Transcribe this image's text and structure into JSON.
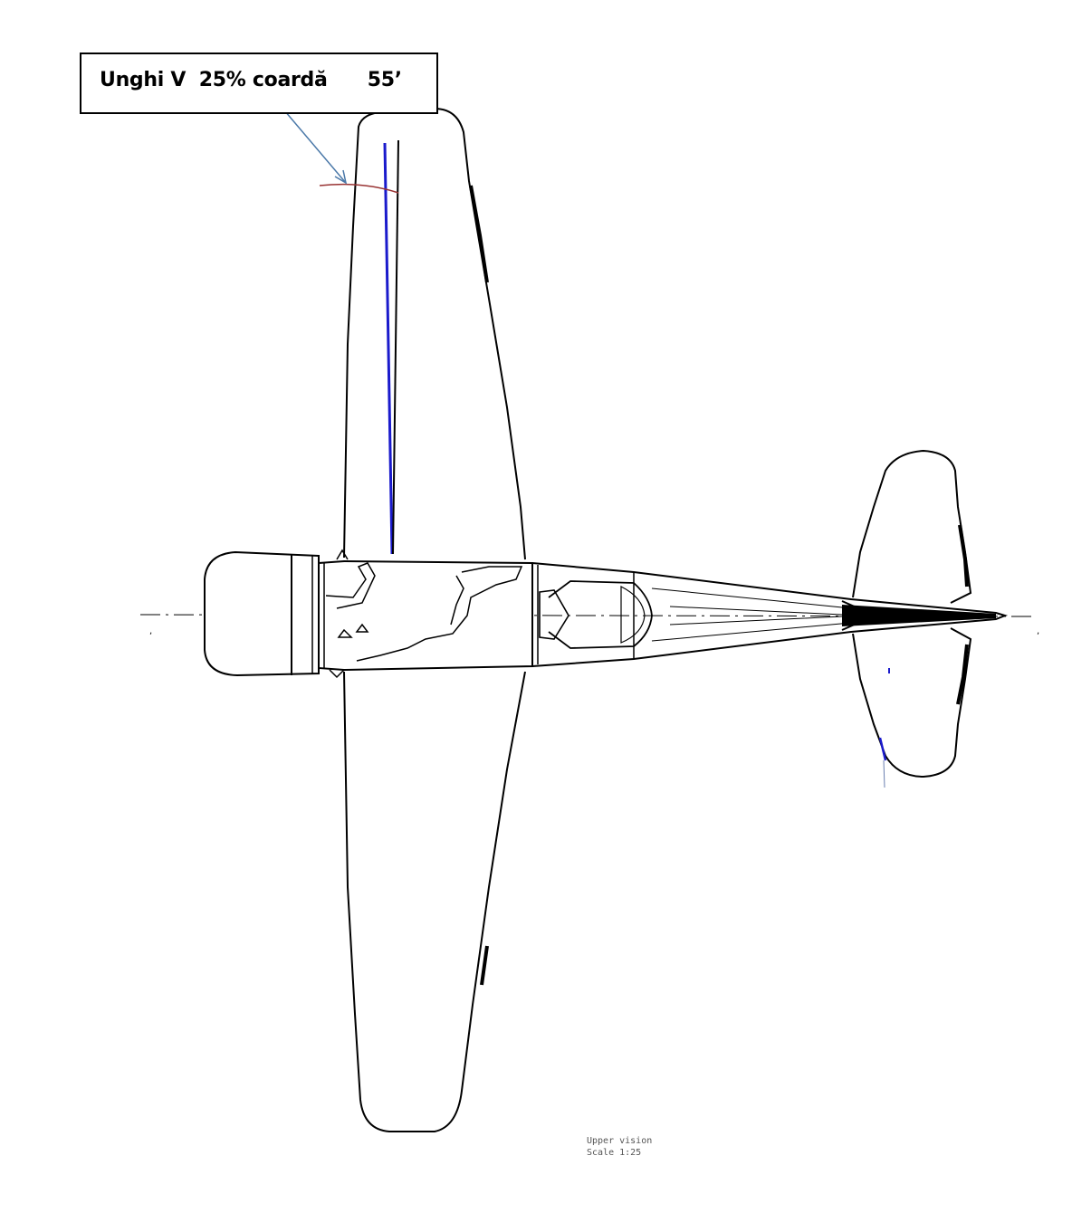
{
  "callout": {
    "text": "Unghi V  25% coardă      55’"
  },
  "caption": {
    "line1": "Upper vision",
    "line2": "Scale 1:25"
  },
  "colors": {
    "outline": "#000000",
    "spar_line": "#1a1acc",
    "arc": "#993333",
    "leader": "#4a78a8"
  }
}
